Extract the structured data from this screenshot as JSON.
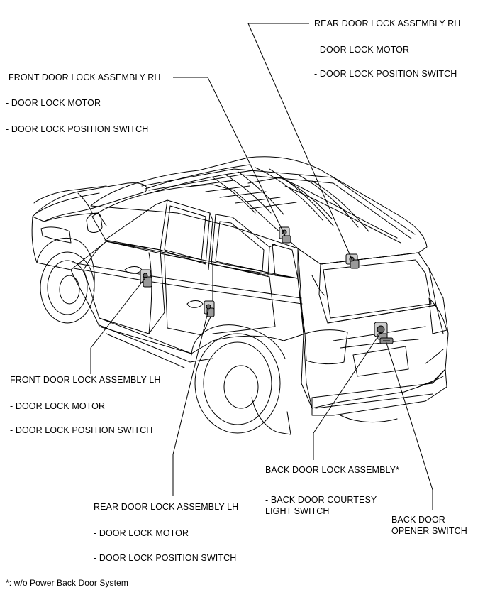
{
  "callouts": {
    "rear_rh": {
      "title": "REAR DOOR LOCK ASSEMBLY RH",
      "items": [
        "- DOOR LOCK MOTOR",
        "- DOOR LOCK POSITION SWITCH"
      ]
    },
    "front_rh": {
      "title": "FRONT DOOR LOCK ASSEMBLY RH",
      "items": [
        "- DOOR LOCK MOTOR",
        "- DOOR LOCK POSITION SWITCH"
      ]
    },
    "front_lh": {
      "title": "FRONT DOOR LOCK ASSEMBLY LH",
      "items": [
        "- DOOR LOCK MOTOR",
        "- DOOR LOCK POSITION SWITCH"
      ]
    },
    "rear_lh": {
      "title": "REAR DOOR LOCK ASSEMBLY LH",
      "items": [
        "- DOOR LOCK MOTOR",
        "- DOOR LOCK POSITION SWITCH"
      ]
    },
    "back_door": {
      "title": "BACK DOOR LOCK ASSEMBLY*",
      "items": [
        "- BACK DOOR COURTESY",
        "LIGHT SWITCH"
      ]
    },
    "opener": {
      "lines": [
        "BACK DOOR",
        "OPENER SWITCH"
      ]
    }
  },
  "footnote": "*: w/o Power Back Door System",
  "colors": {
    "line": "#000000",
    "component": "#555555"
  },
  "icons": [
    "door-lock-component-icon",
    "switch-component-icon"
  ]
}
